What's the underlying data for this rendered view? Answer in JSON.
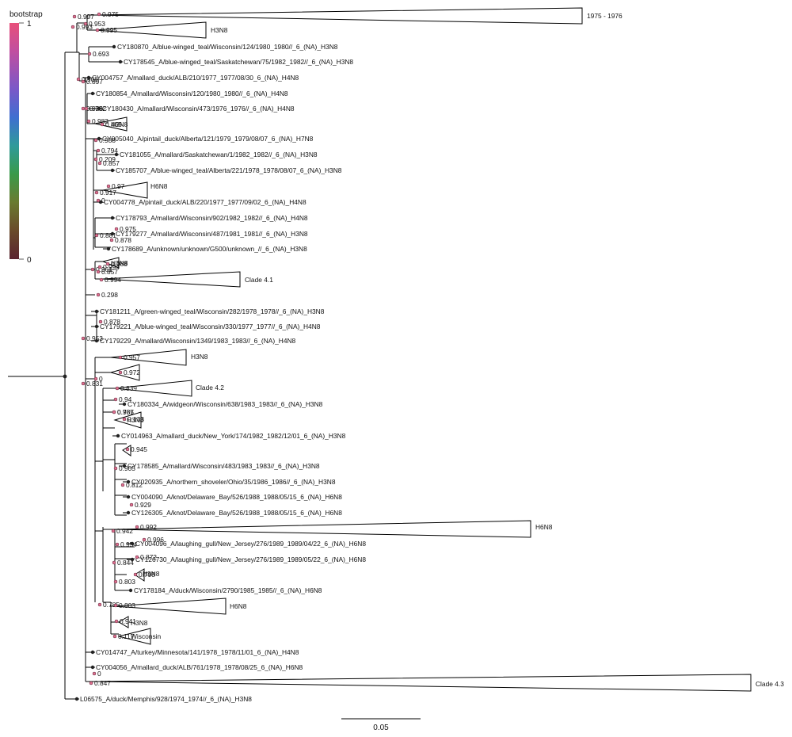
{
  "legend": {
    "title": "bootstrap",
    "max_label": "1",
    "min_label": "0",
    "colors": [
      "#e8507a",
      "#c04fa0",
      "#7a58c8",
      "#3f6fd0",
      "#2f9a9a",
      "#3a9a4a",
      "#6a7a30",
      "#6a4a2a",
      "#5a2430"
    ]
  },
  "scale_bar": {
    "label": "0.05"
  },
  "colors": {
    "branch": "#000000",
    "node": "#222222",
    "node_support": "#e07090",
    "clade_fill": "#ffffff"
  },
  "tree": {
    "leaves": [
      "CY180870_A/blue-winged_teal/Wisconsin/124/1980_1980//_6_(NA)_H3N8",
      "CY178545_A/blue-winged_teal/Saskatchewan/75/1982_1982//_6_(NA)_H3N8",
      "CY004757_A/mallard_duck/ALB/210/1977_1977/08/30_6_(NA)_H4N8",
      "CY180854_A/mallard/Wisconsin/120/1980_1980//_6_(NA)_H4N8",
      "CY180430_A/mallard/Wisconsin/473/1976_1976//_6_(NA)_H4N8",
      "CY005040_A/pintail_duck/Alberta/121/1979_1979/08/07_6_(NA)_H7N8",
      "CY181055_A/mallard/Saskatchewan/1/1982_1982//_6_(NA)_H3N8",
      "CY185707_A/blue-winged_teal/Alberta/221/1978_1978/08/07_6_(NA)_H3N8",
      "CY004778_A/pintail_duck/ALB/220/1977_1977/09/02_6_(NA)_H4N8",
      "CY178793_A/mallard/Wisconsin/902/1982_1982//_6_(NA)_H4N8",
      "CY179277_A/mallard/Wisconsin/487/1981_1981//_6_(NA)_H3N8",
      "CY178689_A/unknown/unknown/G500/unknown_//_6_(NA)_H3N8",
      "CY181211_A/green-winged_teal/Wisconsin/282/1978_1978//_6_(NA)_H3N8",
      "CY179221_A/blue-winged_teal/Wisconsin/330/1977_1977//_6_(NA)_H4N8",
      "CY179229_A/mallard/Wisconsin/1349/1983_1983//_6_(NA)_H4N8",
      "CY180334_A/widgeon/Wisconsin/638/1983_1983//_6_(NA)_H3N8",
      "CY014963_A/mallard_duck/New_York/174/1982_1982/12/01_6_(NA)_H3N8",
      "CY178585_A/mallard/Wisconsin/483/1983_1983//_6_(NA)_H3N8",
      "CY020935_A/northern_shoveler/Ohio/35/1986_1986//_6_(NA)_H3N8",
      "CY004090_A/knot/Delaware_Bay/526/1988_1988/05/15_6_(NA)_H6N8",
      "CY126305_A/knot/Delaware_Bay/526/1988_1988/05/15_6_(NA)_H6N8",
      "CY004096_A/laughing_gull/New_Jersey/276/1989_1989/04/22_6_(NA)_H6N8",
      "CY126730_A/laughing_gull/New_Jersey/276/1989_1989/05/22_6_(NA)_H6N8",
      "CY178184_A/duck/Wisconsin/2790/1985_1985//_6_(NA)_H6N8",
      "CY014747_A/turkey/Minnesota/141/1978_1978/11/01_6_(NA)_H4N8",
      "CY004056_A/mallard_duck/ALB/761/1978_1978/08/25_6_(NA)_H6N8",
      "L06575_A/duck/Memphis/928/1974_1974//_6_(NA)_H3N8"
    ],
    "collapsed_clades": [
      "1975 - 1976",
      "H3N8",
      "H3N8",
      "H6N8",
      "H3N8",
      "Clade 4.1",
      "H3N8",
      "Clade 4.2",
      "H3N8",
      "H6N8",
      "H3N8",
      "H6N8",
      "H3N8",
      "Wisconsin",
      "Clade 4.3"
    ],
    "support_values": [
      "0.975",
      "0.953",
      "0.995",
      "0.693",
      "0.897",
      "0.782",
      "0.465",
      "0.988",
      "0.794",
      "0.209",
      "0.857",
      "0.97",
      "0.917",
      "0",
      "0.975",
      "0.878",
      "0.881",
      "0.988",
      "0.994",
      "0.857",
      "0.994",
      "0.298",
      "0.878",
      "0.957",
      "0.972",
      "0",
      "0.839",
      "0.94",
      "0.787",
      "0.985",
      "0.133",
      "0.945",
      "0.905",
      "0.812",
      "0.929",
      "0.942",
      "0.992",
      "0.996",
      "0.954",
      "0.872",
      "0.798",
      "0.844",
      "0.803",
      "0.803",
      "0.941",
      "0.117",
      "0.785",
      "0",
      "0.847",
      "0.908",
      "0.993",
      "0.983",
      "0.831",
      "0.961",
      "0.997",
      "0.953",
      "0.926"
    ]
  }
}
